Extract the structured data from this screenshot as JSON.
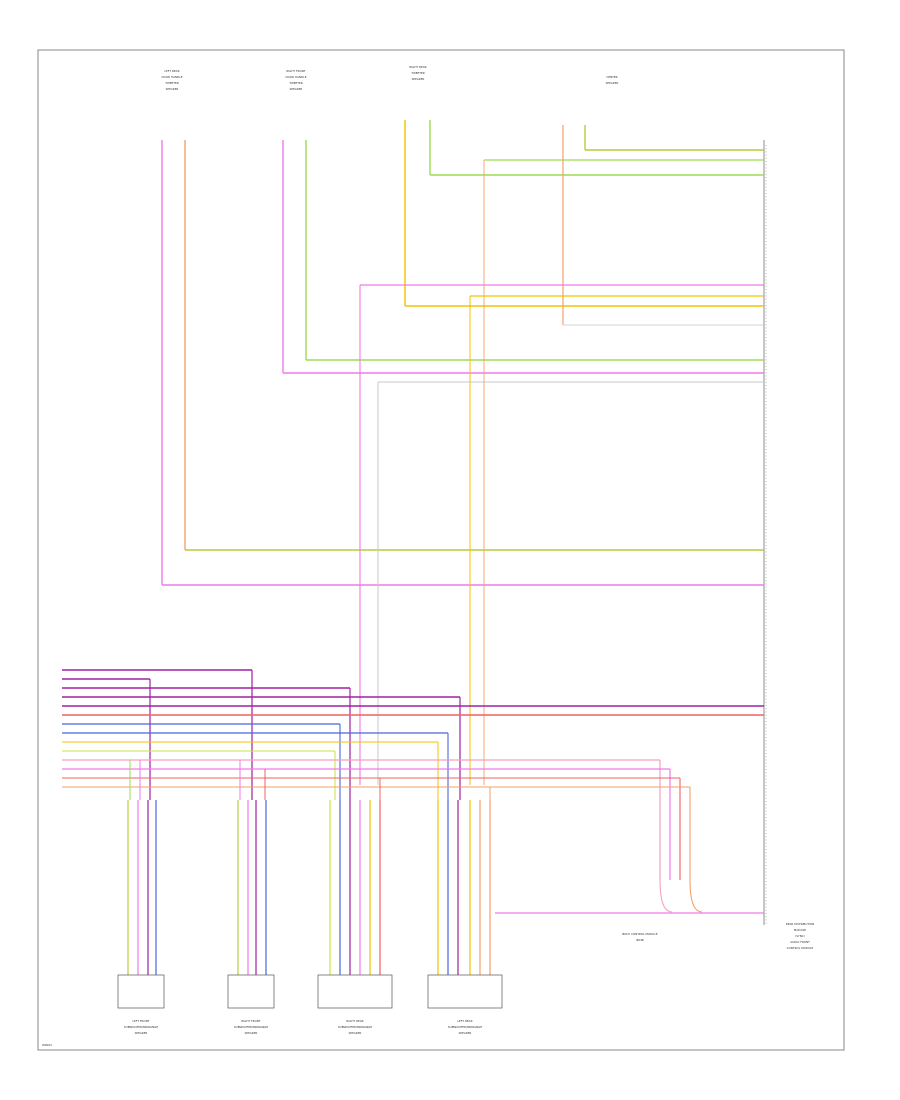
{
  "colors": {
    "pink": "#f07ae8",
    "yellow_green": "#b9cc3a",
    "yellow": "#f0c400",
    "green": "#9ddc52",
    "orange": "#f5a06a",
    "purple": "#a020a0",
    "blue": "#4a64e0",
    "red": "#f06060",
    "light_pink": "#f5a0c0",
    "lime": "#c8e63c",
    "gray": "#c8c8c8",
    "frame": "#8a8a8a"
  },
  "speakers": [
    {
      "id": "lf",
      "lines": [
        "LEFT FRONT",
        "SUBWOOFER/MIDRANGE",
        "SPEAKER"
      ]
    },
    {
      "id": "rf",
      "lines": [
        "RIGHT FRONT",
        "SUBWOOFER/MIDRANGE",
        "SPEAKER"
      ]
    },
    {
      "id": "rr",
      "lines": [
        "RIGHT REAR",
        "SUBWOOFER/MIDRANGE",
        "SPEAKER"
      ]
    },
    {
      "id": "lr",
      "lines": [
        "LEFT REAR",
        "SUBWOOFER/MIDRANGE",
        "SPEAKER"
      ]
    }
  ],
  "top_components": [
    {
      "id": "c1",
      "lines": [
        "LEFT REAR",
        "DOOR HANDLE",
        "TWEETER",
        "SPEAKER"
      ]
    },
    {
      "id": "c2",
      "lines": [
        "RIGHT FRONT",
        "DOOR HANDLE",
        "TWEETER",
        "SPEAKER"
      ]
    },
    {
      "id": "c3",
      "lines": [
        "RIGHT REAR",
        "TWEETER",
        "SPEAKER"
      ]
    },
    {
      "id": "c4",
      "lines": [
        "CENTER",
        "SPEAKER"
      ]
    }
  ],
  "right_module": {
    "lines": [
      "REAR DISTRIBUTION",
      "MODULE",
      "(SYNC)",
      "AUDIO FRONT",
      "CONTROL MODULE"
    ]
  },
  "bottom_label": {
    "lines": [
      "BODY CONTROL MODULE",
      "(BCM)"
    ]
  },
  "figure_id": "W0003"
}
